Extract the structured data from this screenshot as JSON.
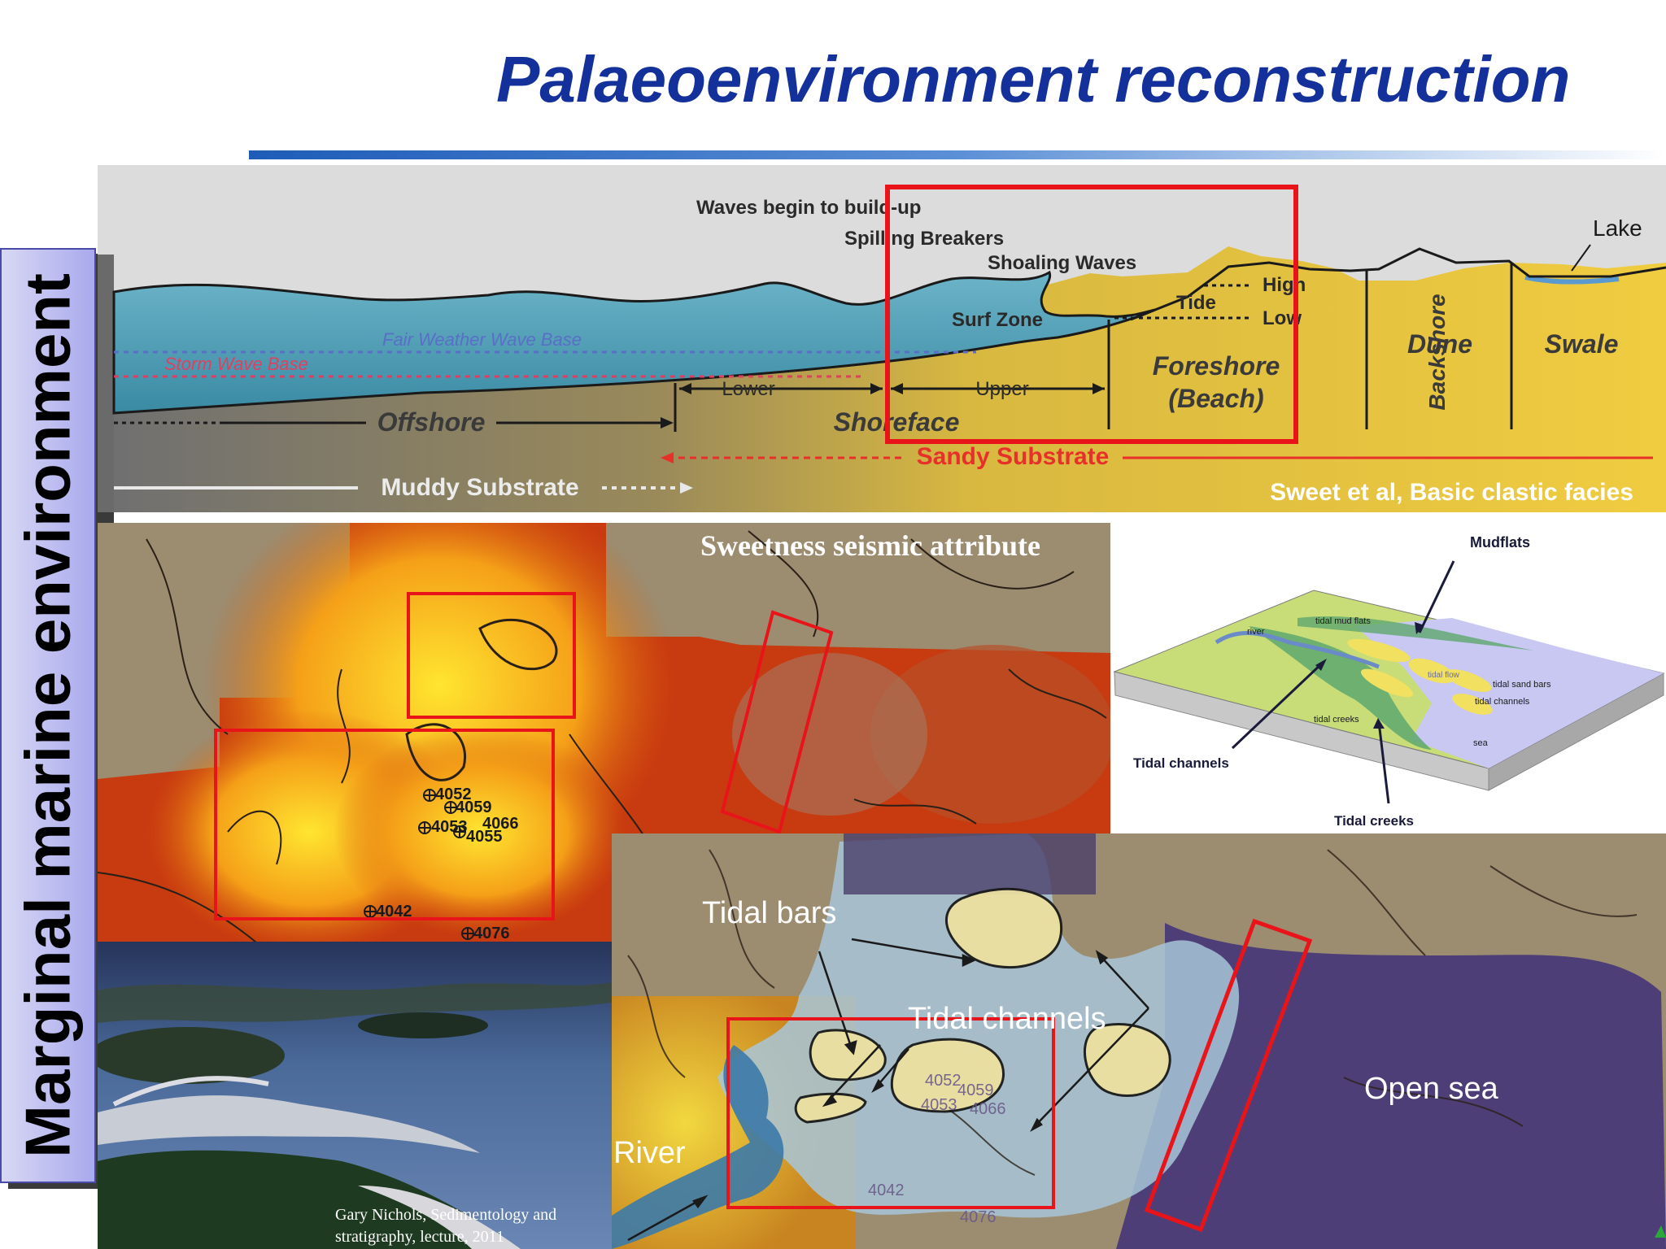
{
  "title": "Palaeoenvironment reconstruction",
  "side_label": "Marginal marine environment",
  "profile": {
    "waves_build_up": "Waves begin to build-up",
    "spilling": "Spilling Breakers",
    "shoaling": "Shoaling Waves",
    "lake": "Lake",
    "surf_zone": "Surf Zone",
    "tide": "Tide",
    "high": "High",
    "low": "Low",
    "fair_weather": "Fair Weather Wave Base",
    "storm_base": "Storm Wave Base",
    "lower": "Lower",
    "upper": "Upper",
    "offshore": "Offshore",
    "shoreface": "Shoreface",
    "foreshore": "Foreshore",
    "beach": "(Beach)",
    "backshore": "Backshore",
    "dune": "Dune",
    "swale": "Swale",
    "sandy": "Sandy Substrate",
    "muddy": "Muddy Substrate",
    "credit": "Sweet et al, Basic clastic facies"
  },
  "seismic": {
    "title": "Sweetness seismic attribute",
    "wells": [
      "4052",
      "4059",
      "4053",
      "4066",
      "4055",
      "4042",
      "4076"
    ]
  },
  "block": {
    "mudflats": "Mudflats",
    "tidal_mud_flats": "tidal mud flats",
    "river": "river",
    "tidal_flow": "tidal flow",
    "tidal_sand_bars": "tidal sand bars",
    "tidal_channels_small": "tidal channels",
    "tidal_creeks_small": "tidal creeks",
    "sea": "sea",
    "tidal_channels": "Tidal channels",
    "tidal_creeks": "Tidal creeks"
  },
  "interp": {
    "tidal_bars": "Tidal bars",
    "tidal_channels": "Tidal channels",
    "river": "River",
    "open_sea": "Open sea",
    "wells": [
      "4052",
      "4059",
      "4053",
      "4066",
      "4042",
      "4076"
    ]
  },
  "photo": {
    "credit_line1": "Gary Nichols, Sedimentology and",
    "credit_line2": "stratigraphy, lecture, 2011"
  },
  "colors": {
    "title": "#14309a",
    "highlight": "#e8141a",
    "water": "#4e98b4",
    "sand": "#ecc640",
    "storm_base": "#e04060",
    "fair_weather": "#5a6ec8"
  }
}
